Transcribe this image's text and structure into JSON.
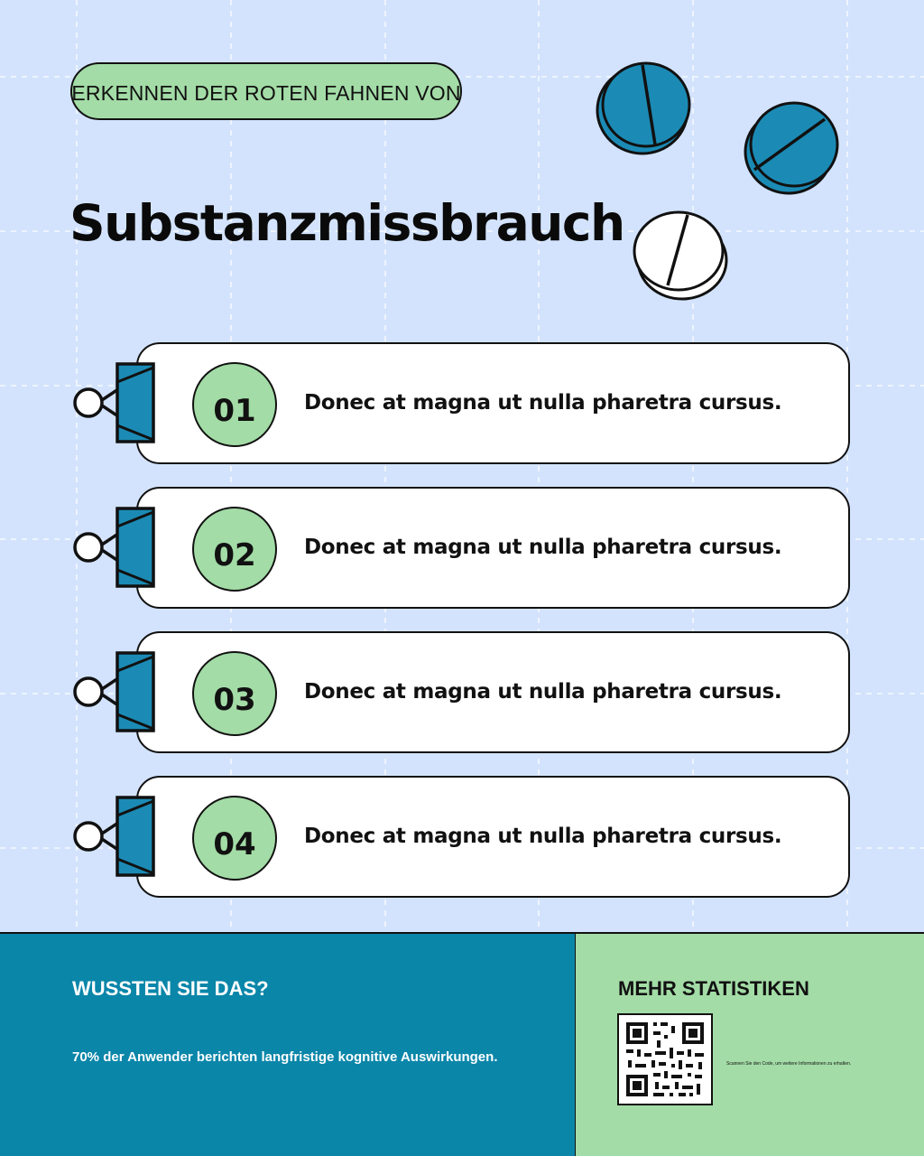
{
  "header": {
    "kicker": "ERKENNEN DER ROTEN FAHNEN VON",
    "title": "Substanzmissbrauch"
  },
  "items": [
    {
      "number": "01",
      "text": "Donec at magna ut nulla pharetra cursus."
    },
    {
      "number": "02",
      "text": "Donec at magna ut nulla pharetra cursus."
    },
    {
      "number": "03",
      "text": "Donec at magna ut nulla pharetra cursus."
    },
    {
      "number": "04",
      "text": "Donec at magna ut nulla pharetra cursus."
    }
  ],
  "did_you_know": {
    "title": "WUSSTEN SIE DAS?",
    "text": "70% der Anwender berichten langfristige kognitive Auswirkungen."
  },
  "more_stats": {
    "title": "MEHR STATISTIKEN",
    "note": "Scannen Sie den Code, um weitere Informationen zu erhalten."
  },
  "colors": {
    "background": "#d3e3fd",
    "accent_green": "#a3dca6",
    "accent_blue": "#0a86a9",
    "pill_blue": "#1b8bb5",
    "outline": "#111111"
  },
  "icons": [
    "pill-icon",
    "binder-clip-icon",
    "qr-code-icon"
  ]
}
